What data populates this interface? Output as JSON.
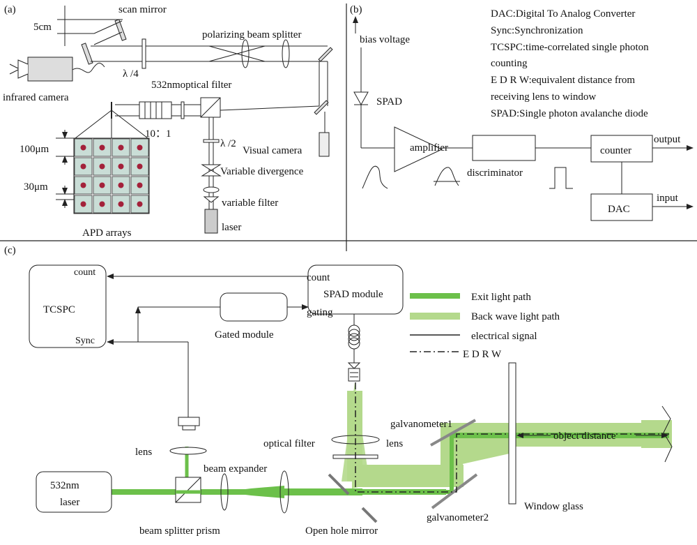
{
  "panels": {
    "a": {
      "tag": "(a)",
      "labels": {
        "scan_mirror": "scan mirror",
        "five_cm": "5cm",
        "pbs": "polarizing beam splitter",
        "infrared_camera": "infrared camera",
        "quarter_wave": "λ /4",
        "optical_filter": "532nmoptical filter",
        "ratio": "10：1",
        "half_wave": "λ /2",
        "visual_camera": "Visual camera",
        "variable_divergence": "Variable divergence",
        "variable_filter": "variable filter",
        "laser": "laser",
        "hundred_um": "100μm",
        "thirty_um": "30μm",
        "apd_arrays": "APD arrays"
      }
    },
    "b": {
      "tag": "(b)",
      "labels": {
        "bias_voltage": "bias voltage",
        "spad": "SPAD",
        "amplifier": "amplifier",
        "discriminator": "discriminator",
        "counter": "counter",
        "dac": "DAC",
        "output": "output",
        "input": "input"
      },
      "definitions": [
        "DAC:Digital To Analog Converter",
        "Sync:Synchronization",
        "TCSPC:time-correlated single photon",
        "counting",
        "E D R W:equivalent distance from",
        "receiving lens to window",
        "SPAD:Single photon avalanche diode"
      ]
    },
    "c": {
      "tag": "(c)",
      "labels": {
        "tcspc": "TCSPC",
        "count_left": "count",
        "sync": "Sync",
        "count_right": "count",
        "spad_module": "SPAD module",
        "gating": "gating",
        "gated_module": "Gated module",
        "lens_left": "lens",
        "beam_expander": "beam expander",
        "optical_filter": "optical filter",
        "lens_right": "lens",
        "galvanometer1": "galvanometer1",
        "galvanometer2": "galvanometer2",
        "object_distance": "object distance",
        "laser": "532nm laser",
        "beam_splitter_prism": "beam splitter prism",
        "open_hole_mirror": "Open hole mirror",
        "window_glass": "Window glass"
      },
      "laser_lines": [
        "532nm",
        "laser"
      ],
      "legend": [
        {
          "label": "Exit light path",
          "style": "exit"
        },
        {
          "label": "Back wave light path",
          "style": "back"
        },
        {
          "label": "electrical signal",
          "style": "electrical"
        },
        {
          "label": "E D R W",
          "style": "edrw"
        }
      ]
    }
  },
  "colors": {
    "exit_green": "#6cc04a",
    "back_green": "#b4d98c",
    "box_fill": "#ffffff",
    "apd_cell": "#c9ddd6",
    "apd_dot": "#a3213a",
    "line": "#222222"
  }
}
